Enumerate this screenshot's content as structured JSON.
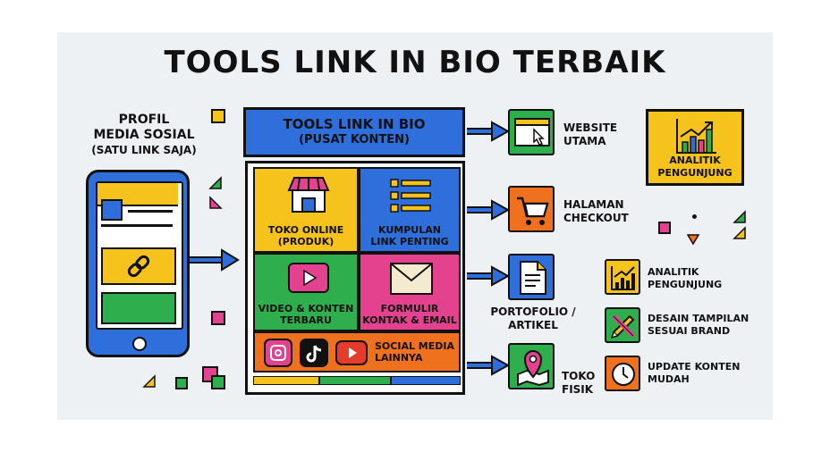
{
  "title": "TOOLS LINK IN BIO TERBAIK",
  "profile": {
    "line1": "PROFIL",
    "line2": "MEDIA SOSIAL",
    "line3": "(SATU LINK SAJA)"
  },
  "hub": {
    "title": "TOOLS LINK IN BIO",
    "subtitle": "(PUSAT KONTEN)",
    "cells": [
      {
        "l1": "TOKO ONLINE",
        "l2": "(PRODUK)"
      },
      {
        "l1": "KUMPULAN",
        "l2": "LINK PENTING"
      },
      {
        "l1": "VIDEO & KONTEN",
        "l2": "TERBARU"
      },
      {
        "l1": "FORMULIR",
        "l2": "KONTAK & EMAIL"
      }
    ],
    "social": {
      "l1": "SOCIAL MEDIA",
      "l2": "LAINNYA"
    }
  },
  "destinations": [
    {
      "l1": "WEBSITE",
      "l2": "UTAMA"
    },
    {
      "l1": "HALAMAN",
      "l2": "CHECKOUT"
    },
    {
      "l1": "PORTOFOLIO /",
      "l2": "ARTIKEL"
    },
    {
      "l1": "TOKO",
      "l2": "FISIK"
    }
  ],
  "analytics_big": {
    "l1": "ANALITIK",
    "l2": "PENGUNJUNG"
  },
  "features": [
    {
      "l1": "ANALITIK",
      "l2": "PENGUNJUNG"
    },
    {
      "l1": "DESAIN TAMPILAN",
      "l2": "SESUAI BRAND"
    },
    {
      "l1": "UPDATE KONTEN",
      "l2": "MUDAH"
    }
  ],
  "colors": {
    "blue": "#2f6fdc",
    "yellow": "#f6c31d",
    "green": "#2fae4e",
    "pink": "#e4428f",
    "orange": "#f0711d",
    "panel": "#eef1f4"
  }
}
